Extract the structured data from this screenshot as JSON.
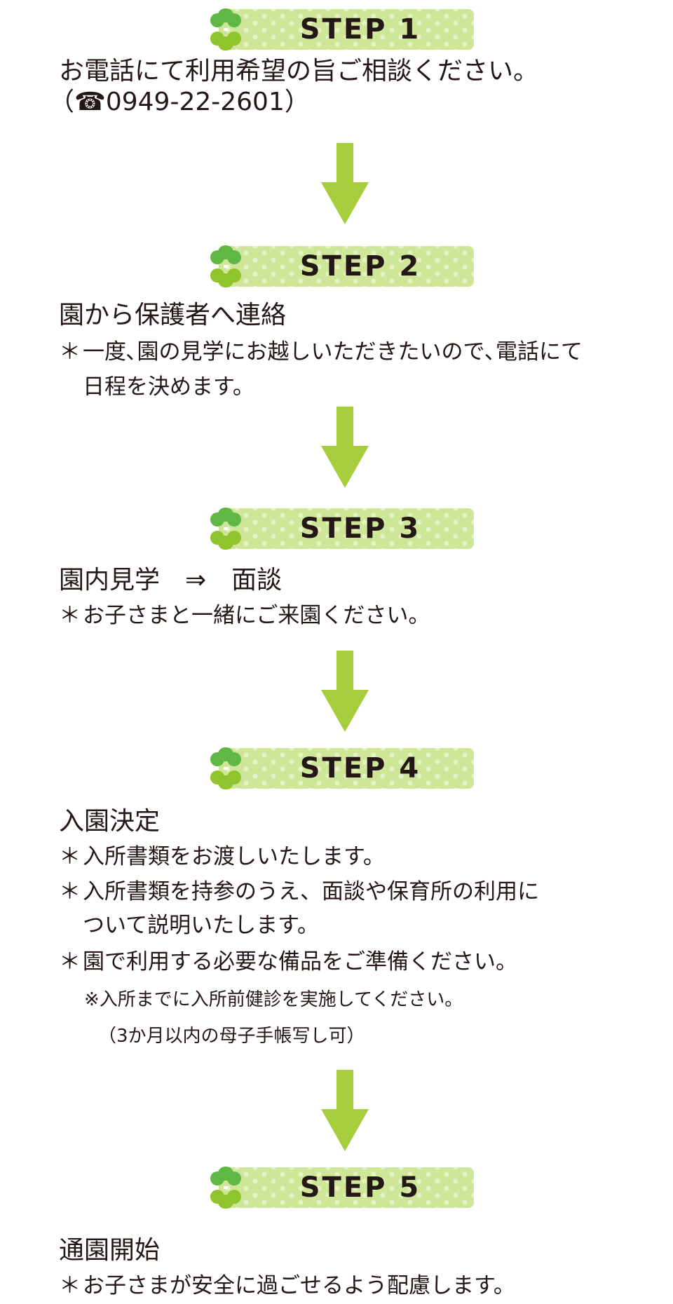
{
  "colors": {
    "accent_green": "#a6cd3c",
    "banner_fill": "#cfe699",
    "banner_dots": "#e5f2c2",
    "clover_dark": "#5fb843",
    "clover_light": "#8fc42d",
    "text": "#231815"
  },
  "steps": [
    {
      "label": "STEP 1",
      "lines": [
        "お電話にて利用希望の旨ご相談ください。",
        "（☎0949-22-2601）"
      ]
    },
    {
      "label": "STEP 2",
      "heading": "園から保護者へ連絡",
      "note_mark": "＊",
      "note_line1": "一度､園の見学にお越しいただきたいので､電話にて",
      "note_line2": "日程を決めます。"
    },
    {
      "label": "STEP 3",
      "heading": "園内見学　⇒　面談",
      "note_mark": "＊",
      "note_line1": "お子さまと一緒にご来園ください。"
    },
    {
      "label": "STEP 4",
      "heading": "入園決定",
      "note_mark": "＊",
      "notes": [
        "入所書類をお渡しいたします。",
        "入所書類を持参のうえ、面談や保育所の利用に",
        "ついて説明いたします。",
        "園で利用する必要な備品をご準備ください。"
      ],
      "sub_note_mark": "※",
      "sub_note": "入所までに入所前健診を実施してください。",
      "sub_note_2": "（3か月以内の母子手帳写し可）"
    },
    {
      "label": "STEP 5",
      "heading": "通園開始",
      "note_mark": "＊",
      "note_line1": "お子さまが安全に過ごせるよう配慮します。"
    }
  ],
  "icons": {
    "banner_icon": "clover-icon",
    "connector_icon": "arrow-down-icon"
  }
}
